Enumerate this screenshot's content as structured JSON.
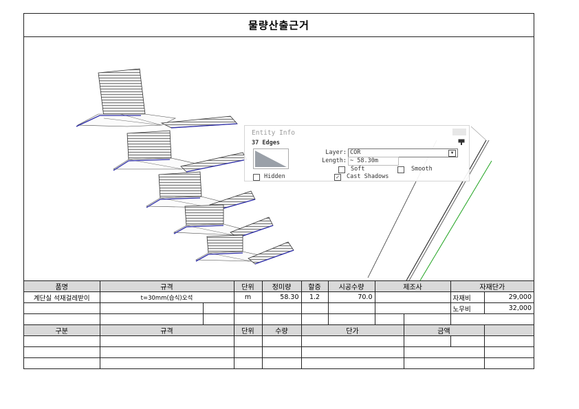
{
  "title": "물량산출근거",
  "entity_info": {
    "title": "Entity Info",
    "count": "37 Edges",
    "layer_label": "Layer:",
    "layer_value": "COR",
    "length_label": "Length:",
    "length_value": "~ 58.30m",
    "soft_label": "Soft",
    "smooth_label": "Smooth",
    "hidden_label": "Hidden",
    "cast_shadows_label": "Cast Shadows",
    "cast_shadows_check": "✓"
  },
  "table": {
    "header": {
      "item": "품명",
      "spec": "규격",
      "unit": "단위",
      "net_qty": "정미량",
      "surcharge": "할증",
      "const_qty": "시공수량",
      "maker": "제조사",
      "unit_price": "자재단가"
    },
    "row1": {
      "item": "계단실 석재걸레받이",
      "spec": "t=30mm(습식)오석",
      "unit": "m",
      "net_qty": "58.30",
      "surcharge": "1.2",
      "const_qty": "70.0",
      "price1_label": "자재비",
      "price1_value": "29,000"
    },
    "row2": {
      "price2_label": "노무비",
      "price2_value": "32,000"
    },
    "sub_header": {
      "category": "구분",
      "spec": "규격",
      "unit": "단위",
      "qty": "수량",
      "price": "단가",
      "amount": "금액"
    }
  }
}
